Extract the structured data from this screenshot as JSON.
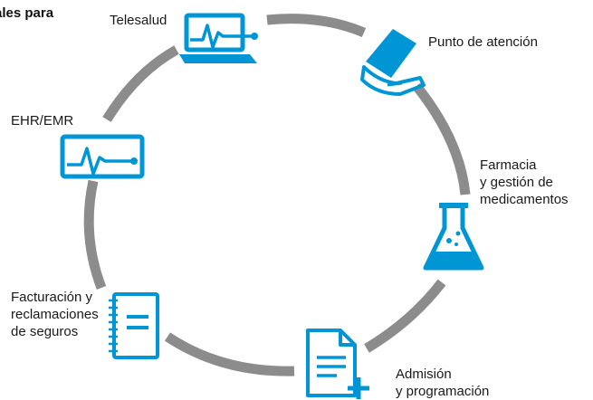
{
  "heading": "ales para",
  "nodes": [
    {
      "id": "telesalud",
      "label": "Telesalud",
      "icon": "laptop-ekg-icon"
    },
    {
      "id": "punto",
      "label": "Punto de atención",
      "icon": "tablet-in-hand-icon"
    },
    {
      "id": "farmacia",
      "label": "Farmacia\ny gestión de\nmedicamentos",
      "icon": "lab-flask-icon"
    },
    {
      "id": "admision",
      "label": "Admisión\ny programación",
      "icon": "document-plus-icon"
    },
    {
      "id": "facturacion",
      "label": "Facturación y\nreclamaciones\nde seguros",
      "icon": "notepad-icon"
    },
    {
      "id": "ehr",
      "label": "EHR/EMR",
      "icon": "monitor-ekg-icon"
    }
  ],
  "colors": {
    "accent": "#0096d6",
    "ring": "#8c8c8c",
    "text": "#1a1a1a"
  }
}
